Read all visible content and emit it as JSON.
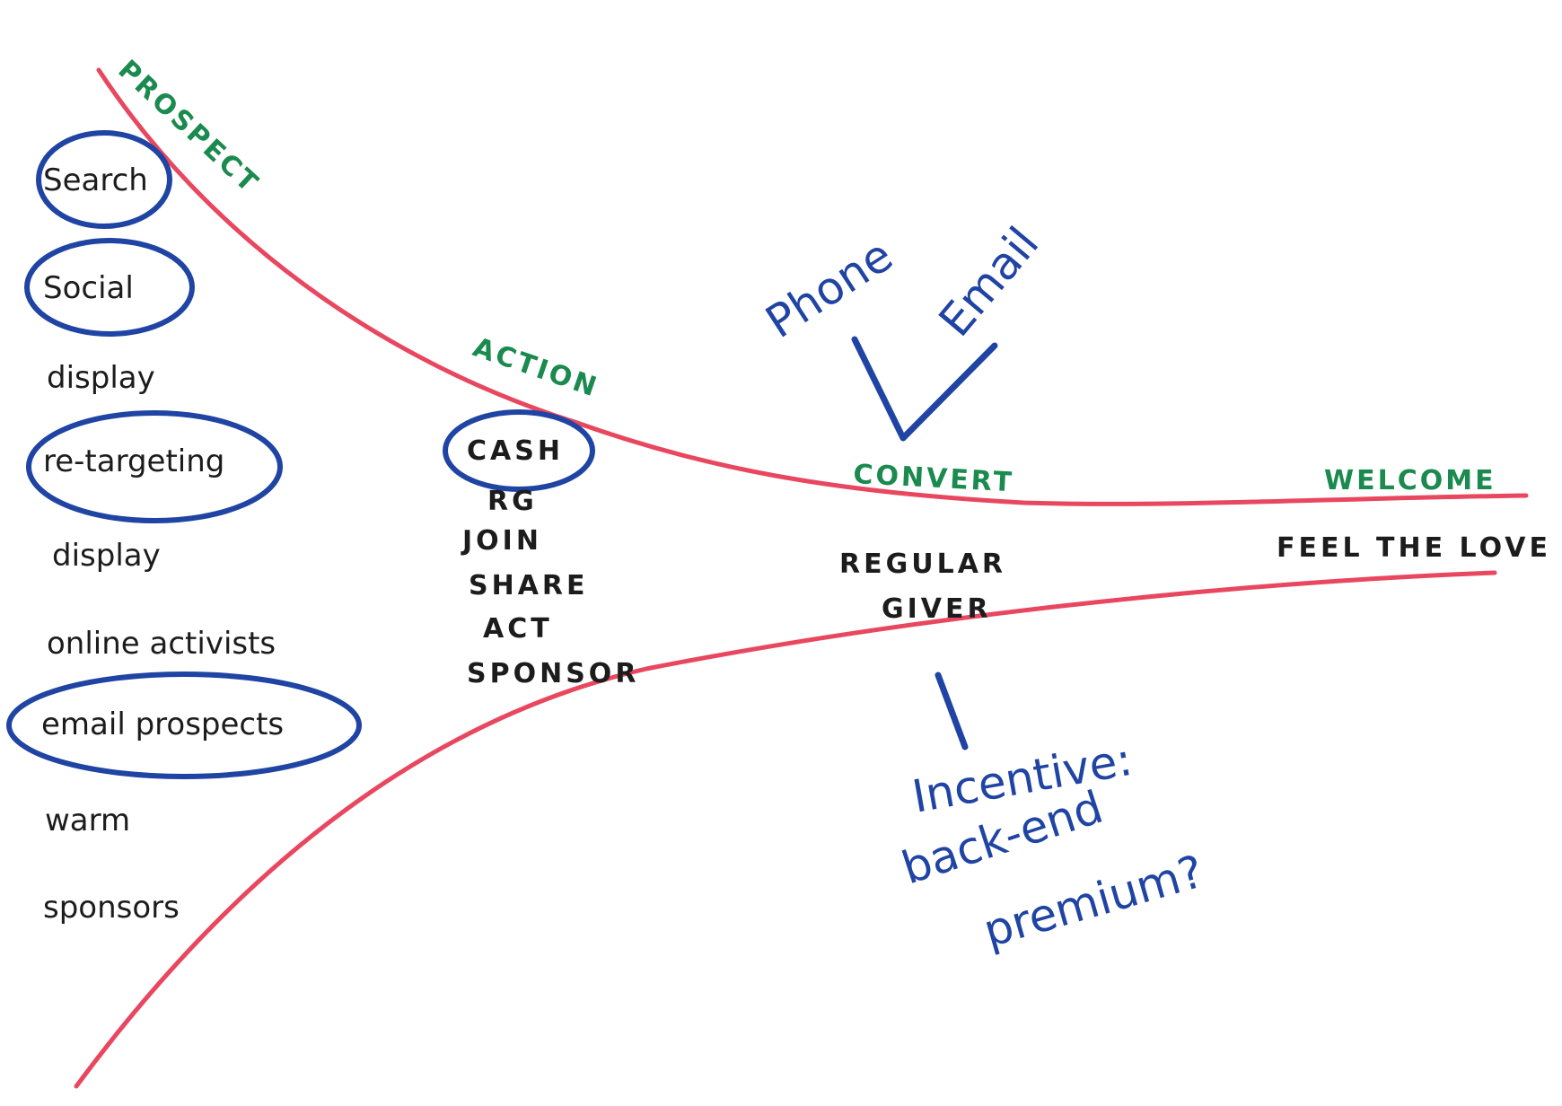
{
  "colors": {
    "funnel": "#e8475f",
    "stage": "#1a8a4e",
    "circle": "#1f44a3",
    "note": "#1f44a3",
    "ink": "#1c1c1c"
  },
  "stages": {
    "prospect": "PROSPECT",
    "action": "ACTION",
    "convert": "CONVERT",
    "welcome": "WELCOME"
  },
  "prospect_channels": [
    "Search",
    "Social",
    "display",
    "re-targeting",
    "display",
    "online activists",
    "email prospects",
    "warm",
    "sponsors"
  ],
  "action_items": [
    "CASH",
    "RG",
    "JOIN",
    "SHARE",
    "ACT",
    "SPONSOR"
  ],
  "convert_items": [
    "REGULAR",
    "GIVER"
  ],
  "welcome_items": [
    "FEEL THE LOVE"
  ],
  "convert_channels": [
    "Phone",
    "Email"
  ],
  "incentive_note": [
    "Incentive:",
    "back-end",
    "premium?"
  ]
}
